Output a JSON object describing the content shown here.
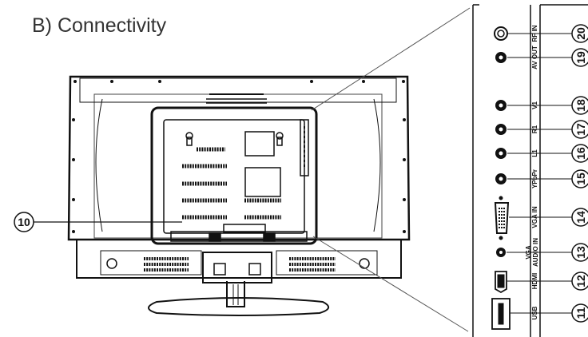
{
  "heading": "B) Connectivity",
  "callout_number": "10",
  "ports": [
    {
      "number": "20",
      "label": "RF IN",
      "icon": "coax-connector-icon"
    },
    {
      "number": "19",
      "label": "AV OUT",
      "icon": "rca-jack-icon"
    },
    {
      "number": "18",
      "label": "V1",
      "icon": "rca-jack-icon"
    },
    {
      "number": "17",
      "label": "R1",
      "icon": "rca-jack-icon"
    },
    {
      "number": "16",
      "label": "L1",
      "icon": "rca-jack-icon"
    },
    {
      "number": "15",
      "label": "YPbPr",
      "icon": "rca-jack-icon"
    },
    {
      "number": "14",
      "label": "VGA IN",
      "icon": "vga-connector-icon"
    },
    {
      "number": "13",
      "label_line1": "VGA",
      "label_line2": "AUDIO IN",
      "icon": "audio-jack-icon"
    },
    {
      "number": "12",
      "label": "HDMI",
      "icon": "hdmi-connector-icon"
    },
    {
      "number": "11",
      "label": "USB",
      "icon": "usb-connector-icon"
    }
  ]
}
